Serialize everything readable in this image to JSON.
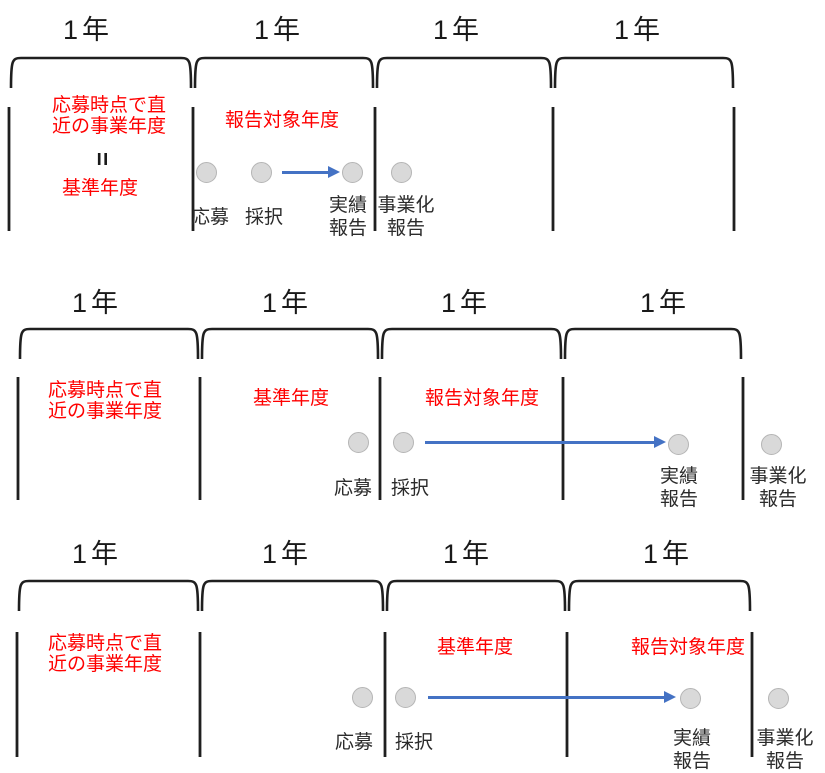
{
  "title": "fiscal-year-reporting-timeline",
  "colors": {
    "annotation_red": "#ff0000",
    "arrow_blue": "#4472c4",
    "milestone_fill": "#d9d9d9",
    "milestone_border": "#b5b5b5",
    "line_black": "#1f1f1f"
  },
  "rows": [
    {
      "years": [
        "1年",
        "1年",
        "1年",
        "1年"
      ],
      "red": {
        "recent_fiscal_year": "応募時点で直\n近の事業年度",
        "base_year": "基準年度",
        "report_target_year": "報告対象年度"
      },
      "equals_label": "=",
      "stations": [
        "応募",
        "採択",
        "実績\n報告",
        "事業化\n報告"
      ]
    },
    {
      "years": [
        "1年",
        "1年",
        "1年",
        "1年"
      ],
      "red": {
        "recent_fiscal_year": "応募時点で直\n近の事業年度",
        "base_year": "基準年度",
        "report_target_year": "報告対象年度"
      },
      "stations": [
        "応募",
        "採択",
        "実績\n報告",
        "事業化\n報告"
      ]
    },
    {
      "years": [
        "1年",
        "1年",
        "1年",
        "1年"
      ],
      "red": {
        "recent_fiscal_year": "応募時点で直\n近の事業年度",
        "base_year": "基準年度",
        "report_target_year": "報告対象年度"
      },
      "stations": [
        "応募",
        "採択",
        "実績\n報告",
        "事業化\n報告"
      ]
    }
  ]
}
